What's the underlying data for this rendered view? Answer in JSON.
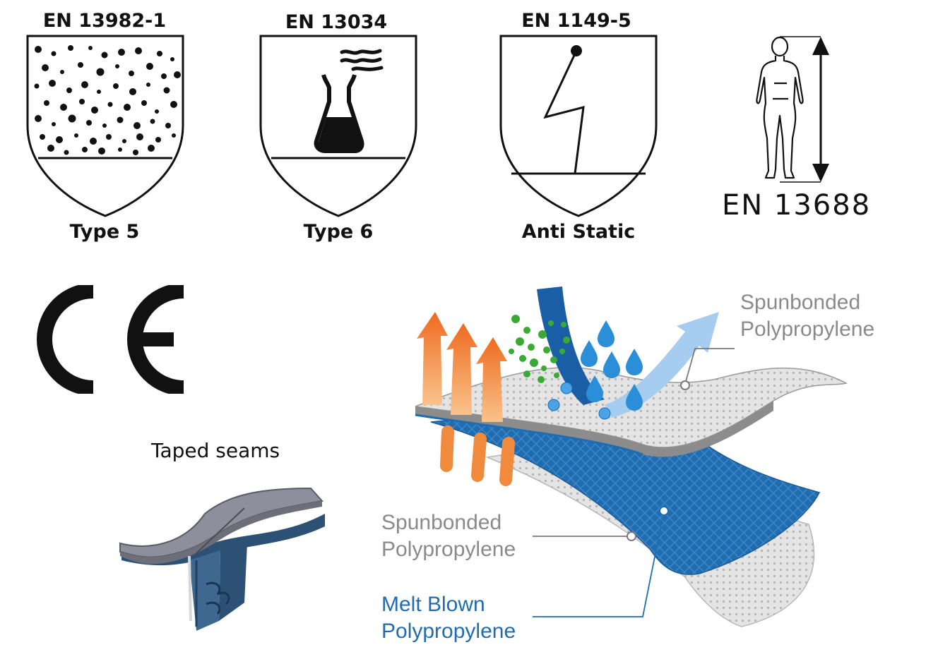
{
  "badges": [
    {
      "standard": "EN 13982-1",
      "type_label": "Type 5",
      "icon": "particle-dots-icon"
    },
    {
      "standard": "EN 13034",
      "type_label": "Type 6",
      "icon": "chemical-flask-icon"
    },
    {
      "standard": "EN 1149-5",
      "type_label": "Anti Static",
      "icon": "lightning-bolt-icon"
    }
  ],
  "sizing": {
    "standard": "EN 13688",
    "icon": "body-measurement-icon"
  },
  "ce_mark": {
    "icon": "ce-mark-icon"
  },
  "seams": {
    "label": "Taped seams",
    "icon": "taped-seam-icon"
  },
  "fabric": {
    "icon": "fabric-layers-icon",
    "top_layer_line1": "Spunbonded",
    "top_layer_line2": "Polypropylene",
    "bottom_layer_line1": "Spunbonded",
    "bottom_layer_line2": "Polypropylene",
    "middle_layer_line1": "Melt Blown",
    "middle_layer_line2": "Polypropylene"
  },
  "colors": {
    "melt_blown_blue": "#1f6cb0",
    "label_gray": "#8a8a8a",
    "heat_orange": "#ef6a1e",
    "particle_green": "#3aaa35",
    "water_blue": "#2a8fd8"
  }
}
